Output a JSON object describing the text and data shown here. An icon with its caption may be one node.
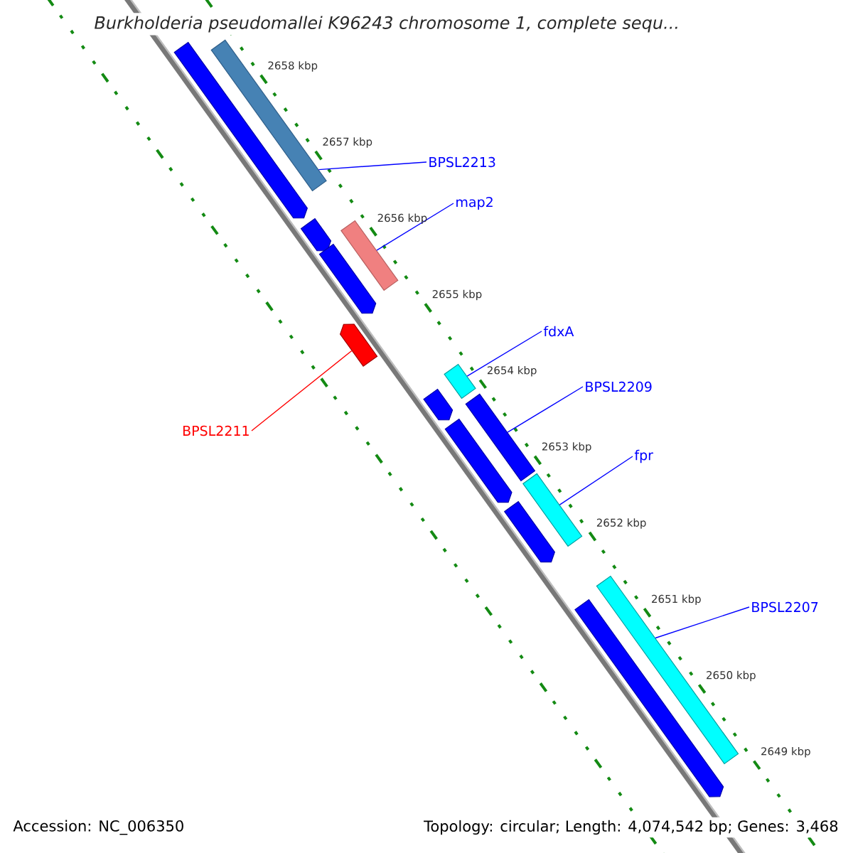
{
  "diagram": {
    "title": "*Burkholderia pseudomallei* K96243 chromosome 1, complete sequ...",
    "nodes": [
      {
        "text": [],
        "shape": "bar"
      },
      {
        "text": [],
        "shape": "bar"
      },
      {
        "text": [
          "BPSL2213"
        ]
      },
      {
        "text": [],
        "shape": "bar"
      },
      {
        "text": [
          "map2"
        ]
      },
      {
        "text": [],
        "shape": "bar"
      },
      {
        "text": [],
        "shape": "bar"
      },
      {
        "text": [],
        "shape": "bar"
      },
      {
        "text": [
          "fdxA"
        ]
      },
      {
        "text": [],
        "shape": "bar"
      },
      {
        "text": [],
        "shape": "bar"
      },
      {
        "text": [
          "BPSL2209"
        ]
      },
      {
        "text": [],
        "shape": "bar"
      },
      {
        "text": [
          "BPSL2211"
        ]
      },
      {
        "text": [],
        "shape": "bar"
      },
      {
        "text": [
          "fpr"
        ]
      },
      {
        "text": [],
        "shape": "bar"
      },
      {
        "text": [],
        "shape": "bar"
      },
      {
        "text": [
          "BPSL2207"
        ]
      },
      {
        "text": [],
        "shape": "bar"
      },
      {
        "text": [],
        "shape": "bar"
      }
    ],
    "edges": [
      {
        "from": 2,
        "to": 0,
        "arrow": "none"
      },
      {
        "from": 4,
        "to": 6,
        "arrow": "none"
      },
      {
        "from": 8,
        "to": 9,
        "arrow": "none"
      },
      {
        "from": 11,
        "to": 12,
        "arrow": "none"
      },
      {
        "from": 13,
        "to": 7,
        "arrow": "none",
        "color": "#ff0000"
      },
      {
        "from": 15,
        "to": 16,
        "arrow": "none"
      },
      {
        "from": 18,
        "to": 19,
        "arrow": "none"
      }
    ],
    "labels": [
      "2658 kbp",
      "2657 kbp",
      "2656 kbp",
      "2655 kbp",
      "2654 kbp",
      "2653 kbp",
      "2652 kbp",
      "2651 kbp",
      "2650 kbp",
      "2649 kbp",
      "Accession: NC_006350",
      "Topology: circular; Length: 4,074,542 bp; Genes: 3,468"
    ]
  }
}
